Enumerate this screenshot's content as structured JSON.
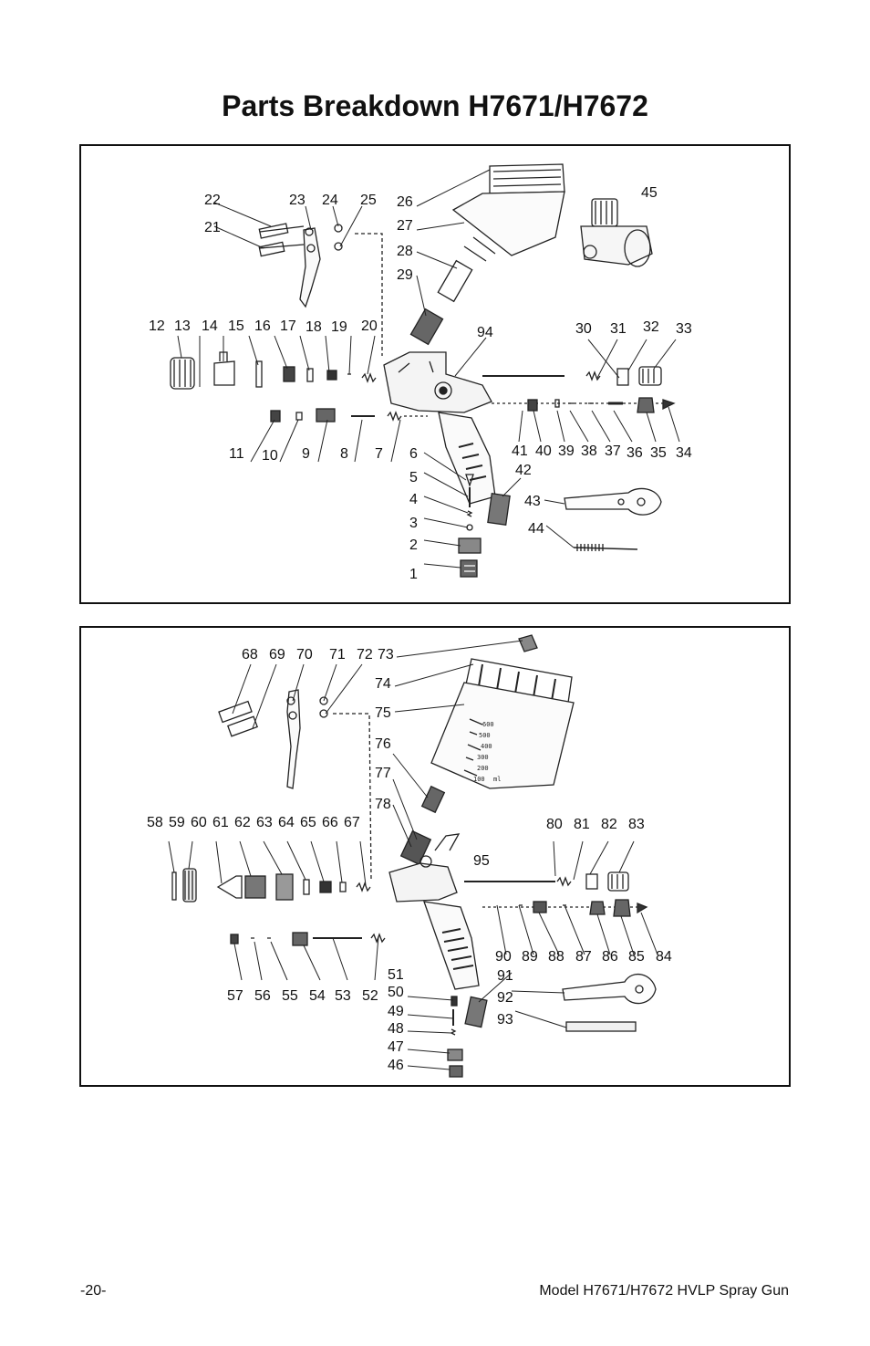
{
  "title": "Parts Breakdown H7671/H7672",
  "footer": {
    "page_number": "-20-",
    "model_text": "Model H7671/H7672 HVLP Spray Gun"
  },
  "diagram1": {
    "callouts": [
      "1",
      "2",
      "3",
      "4",
      "5",
      "6",
      "7",
      "8",
      "9",
      "10",
      "11",
      "12",
      "13",
      "14",
      "15",
      "16",
      "17",
      "18",
      "19",
      "20",
      "21",
      "22",
      "23",
      "24",
      "25",
      "26",
      "27",
      "28",
      "29",
      "30",
      "31",
      "32",
      "33",
      "34",
      "35",
      "36",
      "37",
      "38",
      "39",
      "40",
      "41",
      "42",
      "43",
      "44",
      "45",
      "94"
    ]
  },
  "diagram2": {
    "callouts": [
      "46",
      "47",
      "48",
      "49",
      "50",
      "51",
      "52",
      "53",
      "54",
      "55",
      "56",
      "57",
      "58",
      "59",
      "60",
      "61",
      "62",
      "63",
      "64",
      "65",
      "66",
      "67",
      "68",
      "69",
      "70",
      "71",
      "72",
      "73",
      "74",
      "75",
      "76",
      "77",
      "78",
      "80",
      "81",
      "82",
      "83",
      "84",
      "85",
      "86",
      "87",
      "88",
      "89",
      "90",
      "91",
      "92",
      "93",
      "95"
    ],
    "cup_scale": [
      "600",
      "500",
      "400",
      "300",
      "200",
      "100",
      "ml"
    ]
  }
}
